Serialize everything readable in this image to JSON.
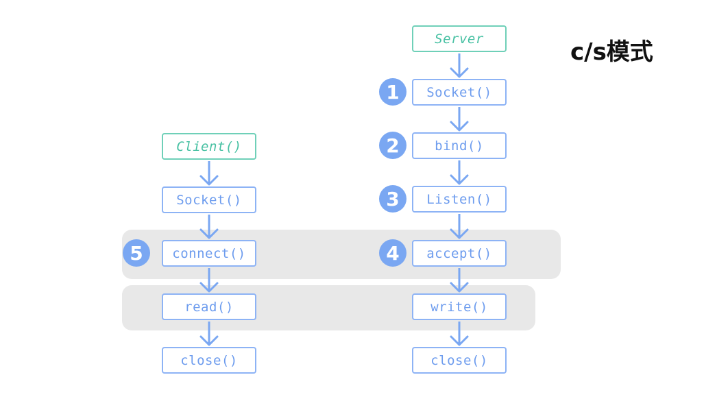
{
  "title": "c/s模式",
  "client": {
    "steps": [
      "Client()",
      "Socket()",
      "connect()",
      "read()",
      "close()"
    ]
  },
  "server": {
    "steps": [
      "Server",
      "Socket()",
      "bind()",
      "Listen()",
      "accept()",
      "write()",
      "close()"
    ]
  },
  "badges": [
    "1",
    "2",
    "3",
    "4",
    "5"
  ],
  "colors": {
    "box_border": "#8db3f5",
    "box_text": "#6d9cee",
    "head_border": "#6fd0b8",
    "head_text": "#46c0a2",
    "arrow": "#7aa7f2",
    "badge": "#7aa7f2",
    "band": "#e8e8e8"
  }
}
